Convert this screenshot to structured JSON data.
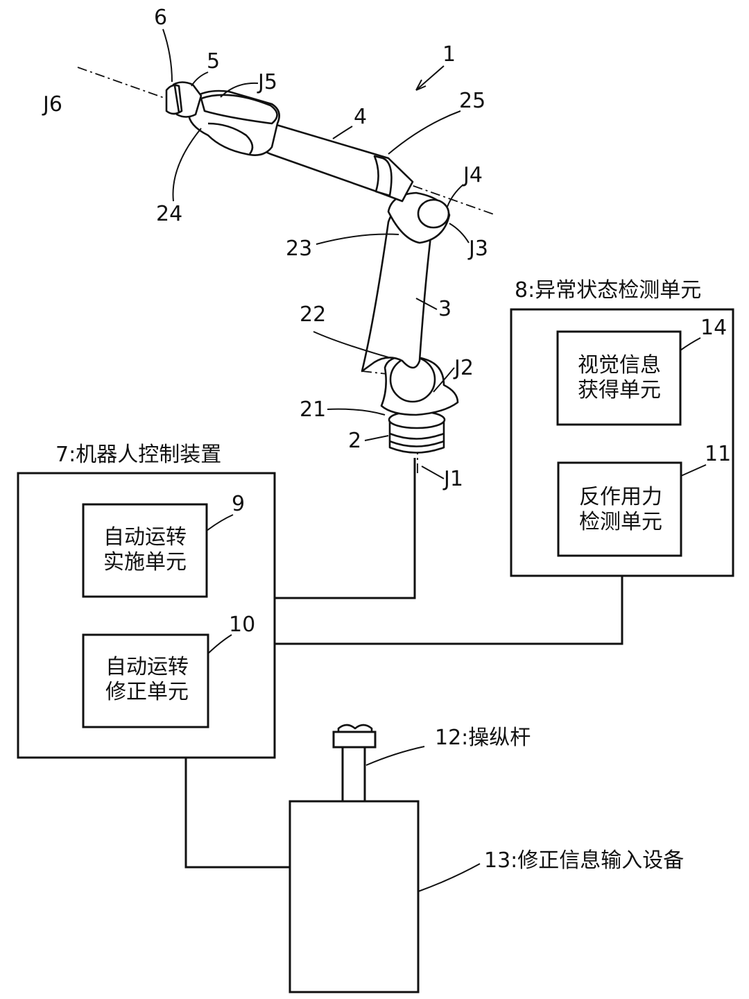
{
  "robot": {
    "ref": "1",
    "parts": [
      "2",
      "3",
      "4",
      "5",
      "6"
    ],
    "joints": [
      "21",
      "22",
      "23",
      "24",
      "25"
    ],
    "axes": [
      "J1",
      "J2",
      "J3",
      "J4",
      "J5",
      "J6"
    ]
  },
  "controller": {
    "label": "7:机器人控制装置",
    "auto_run_ref": "9",
    "auto_run_line1": "自动运转",
    "auto_run_line2": "实施单元",
    "auto_fix_ref": "10",
    "auto_fix_line1": "自动运转",
    "auto_fix_line2": "修正单元"
  },
  "detector": {
    "label": "8:异常状态检测单元",
    "visual_ref": "14",
    "visual_line1": "视觉信息",
    "visual_line2": "获得单元",
    "force_ref": "11",
    "force_line1": "反作用力",
    "force_line2": "检测单元"
  },
  "joystick": {
    "label": "12:操纵杆"
  },
  "input_device": {
    "label": "13:修正信息输入设备"
  }
}
